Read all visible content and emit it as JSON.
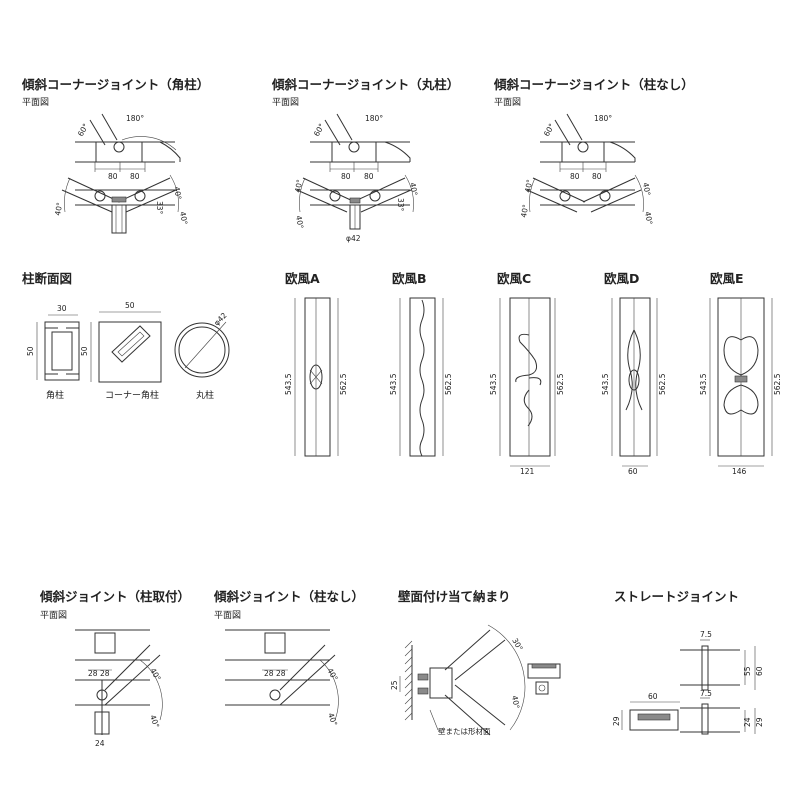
{
  "sections": {
    "corner_kakubashira": {
      "title": "傾斜コーナージョイント（角柱）",
      "sub": "平面図",
      "angle_60": "60°",
      "angle_180": "180°",
      "dim_a": "80",
      "dim_b": "80",
      "ang_40a": "40°",
      "ang_40b": "40°",
      "ang_40c": "40°",
      "ang_33": "33°"
    },
    "corner_marubashira": {
      "title": "傾斜コーナージョイント（丸柱）",
      "sub": "平面図",
      "angle_60": "60°",
      "angle_180": "180°",
      "dim_a": "80",
      "dim_b": "80",
      "ang_40a": "40°",
      "ang_40b": "40°",
      "ang_40c": "40°",
      "ang_33": "33°",
      "phi": "φ42"
    },
    "corner_nashi": {
      "title": "傾斜コーナージョイント（柱なし）",
      "sub": "平面図",
      "angle_60": "60°",
      "angle_180": "180°",
      "dim_a": "80",
      "dim_b": "80",
      "ang_40a": "40°",
      "ang_40b": "40°",
      "ang_40c": "40°",
      "ang_40d": "40°"
    },
    "pillar_section": {
      "title": "柱断面図",
      "kaku_w": "30",
      "kaku_h": "50",
      "corner_w": "50",
      "corner_h": "50",
      "maru_phi": "φ42",
      "cap_kaku": "角柱",
      "cap_corner": "コーナー角柱",
      "cap_maru": "丸柱"
    },
    "ofu": [
      {
        "title": "欧風A",
        "h1": "543.5",
        "h2": "562.5",
        "w": ""
      },
      {
        "title": "欧風B",
        "h1": "543.5",
        "h2": "562.5",
        "w": ""
      },
      {
        "title": "欧風C",
        "h1": "543.5",
        "h2": "562.5",
        "w": "121"
      },
      {
        "title": "欧風D",
        "h1": "543.5",
        "h2": "562.5",
        "w": "60"
      },
      {
        "title": "欧風E",
        "h1": "543.5",
        "h2": "562.5",
        "w": "146"
      }
    ],
    "slope_toritsuke": {
      "title": "傾斜ジョイント（柱取付）",
      "sub": "平面図",
      "d1": "28",
      "d2": "28",
      "ang_a": "40°",
      "ang_b": "40°",
      "d_bottom": "24"
    },
    "slope_nashi": {
      "title": "傾斜ジョイント（柱なし）",
      "sub": "平面図",
      "d1": "28",
      "d2": "28",
      "ang_a": "40°",
      "ang_b": "40°"
    },
    "wall": {
      "title": "壁面付け当て納まり",
      "d25": "25",
      "ang_a": "30°",
      "ang_b": "40°",
      "cap": "壁または形材面"
    },
    "straight": {
      "title": "ストレートジョイント",
      "t1": "7.5",
      "h55": "55",
      "h60": "60",
      "w60": "60",
      "t2": "7.5",
      "h24": "24",
      "h29a": "29",
      "h29b": "29"
    }
  }
}
